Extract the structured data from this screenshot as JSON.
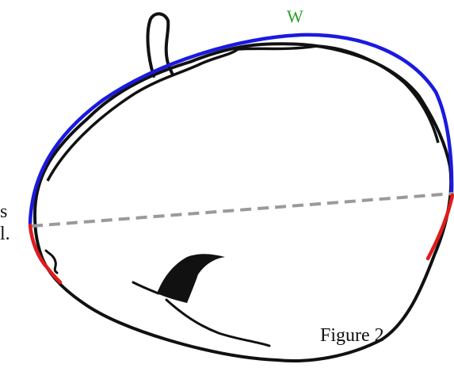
{
  "figure": {
    "caption": "Figure 2",
    "arc_label": "W",
    "left_text_fragments": [
      "s",
      "l."
    ],
    "colors": {
      "outline": "#111111",
      "arc": "#1a1adf",
      "edge_marks": "#e01b1b",
      "dashed_line": "#9a9a9a",
      "arc_label": "#2aa02a",
      "fill": "#111111"
    }
  }
}
